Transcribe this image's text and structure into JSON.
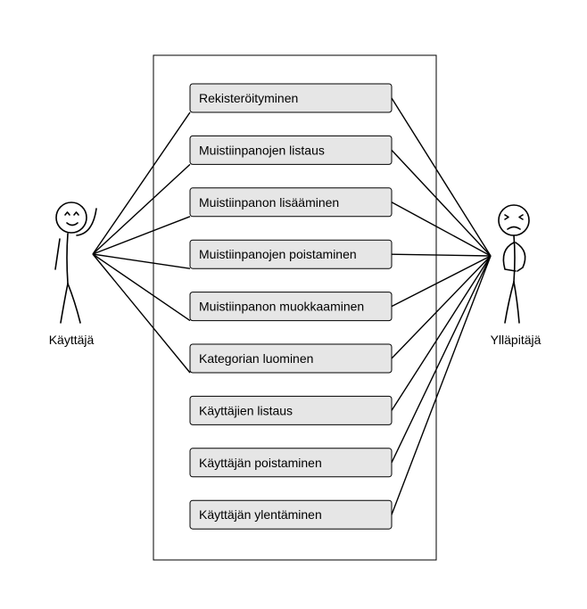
{
  "actors": {
    "left": {
      "name": "Käyttäjä",
      "icon": "happy-stick-figure-icon"
    },
    "right": {
      "name": "Ylläpitäjä",
      "icon": "angry-stick-figure-icon"
    }
  },
  "use_cases": [
    "Rekisteröityminen",
    "Muistiinpanojen listaus",
    "Muistiinpanon lisääminen",
    "Muistiinpanojen poistaminen",
    "Muistiinpanon muokkaaminen",
    "Kategorian luominen",
    "Käyttäjien listaus",
    "Käyttäjän poistaminen",
    "Käyttäjän ylentäminen"
  ],
  "associations": {
    "left": [
      0,
      1,
      2,
      3,
      4,
      5
    ],
    "right": [
      0,
      1,
      2,
      3,
      4,
      5,
      6,
      7,
      8
    ]
  },
  "colors": {
    "use_case_fill": "#e6e6e6",
    "stroke": "#000000",
    "background": "#ffffff"
  }
}
